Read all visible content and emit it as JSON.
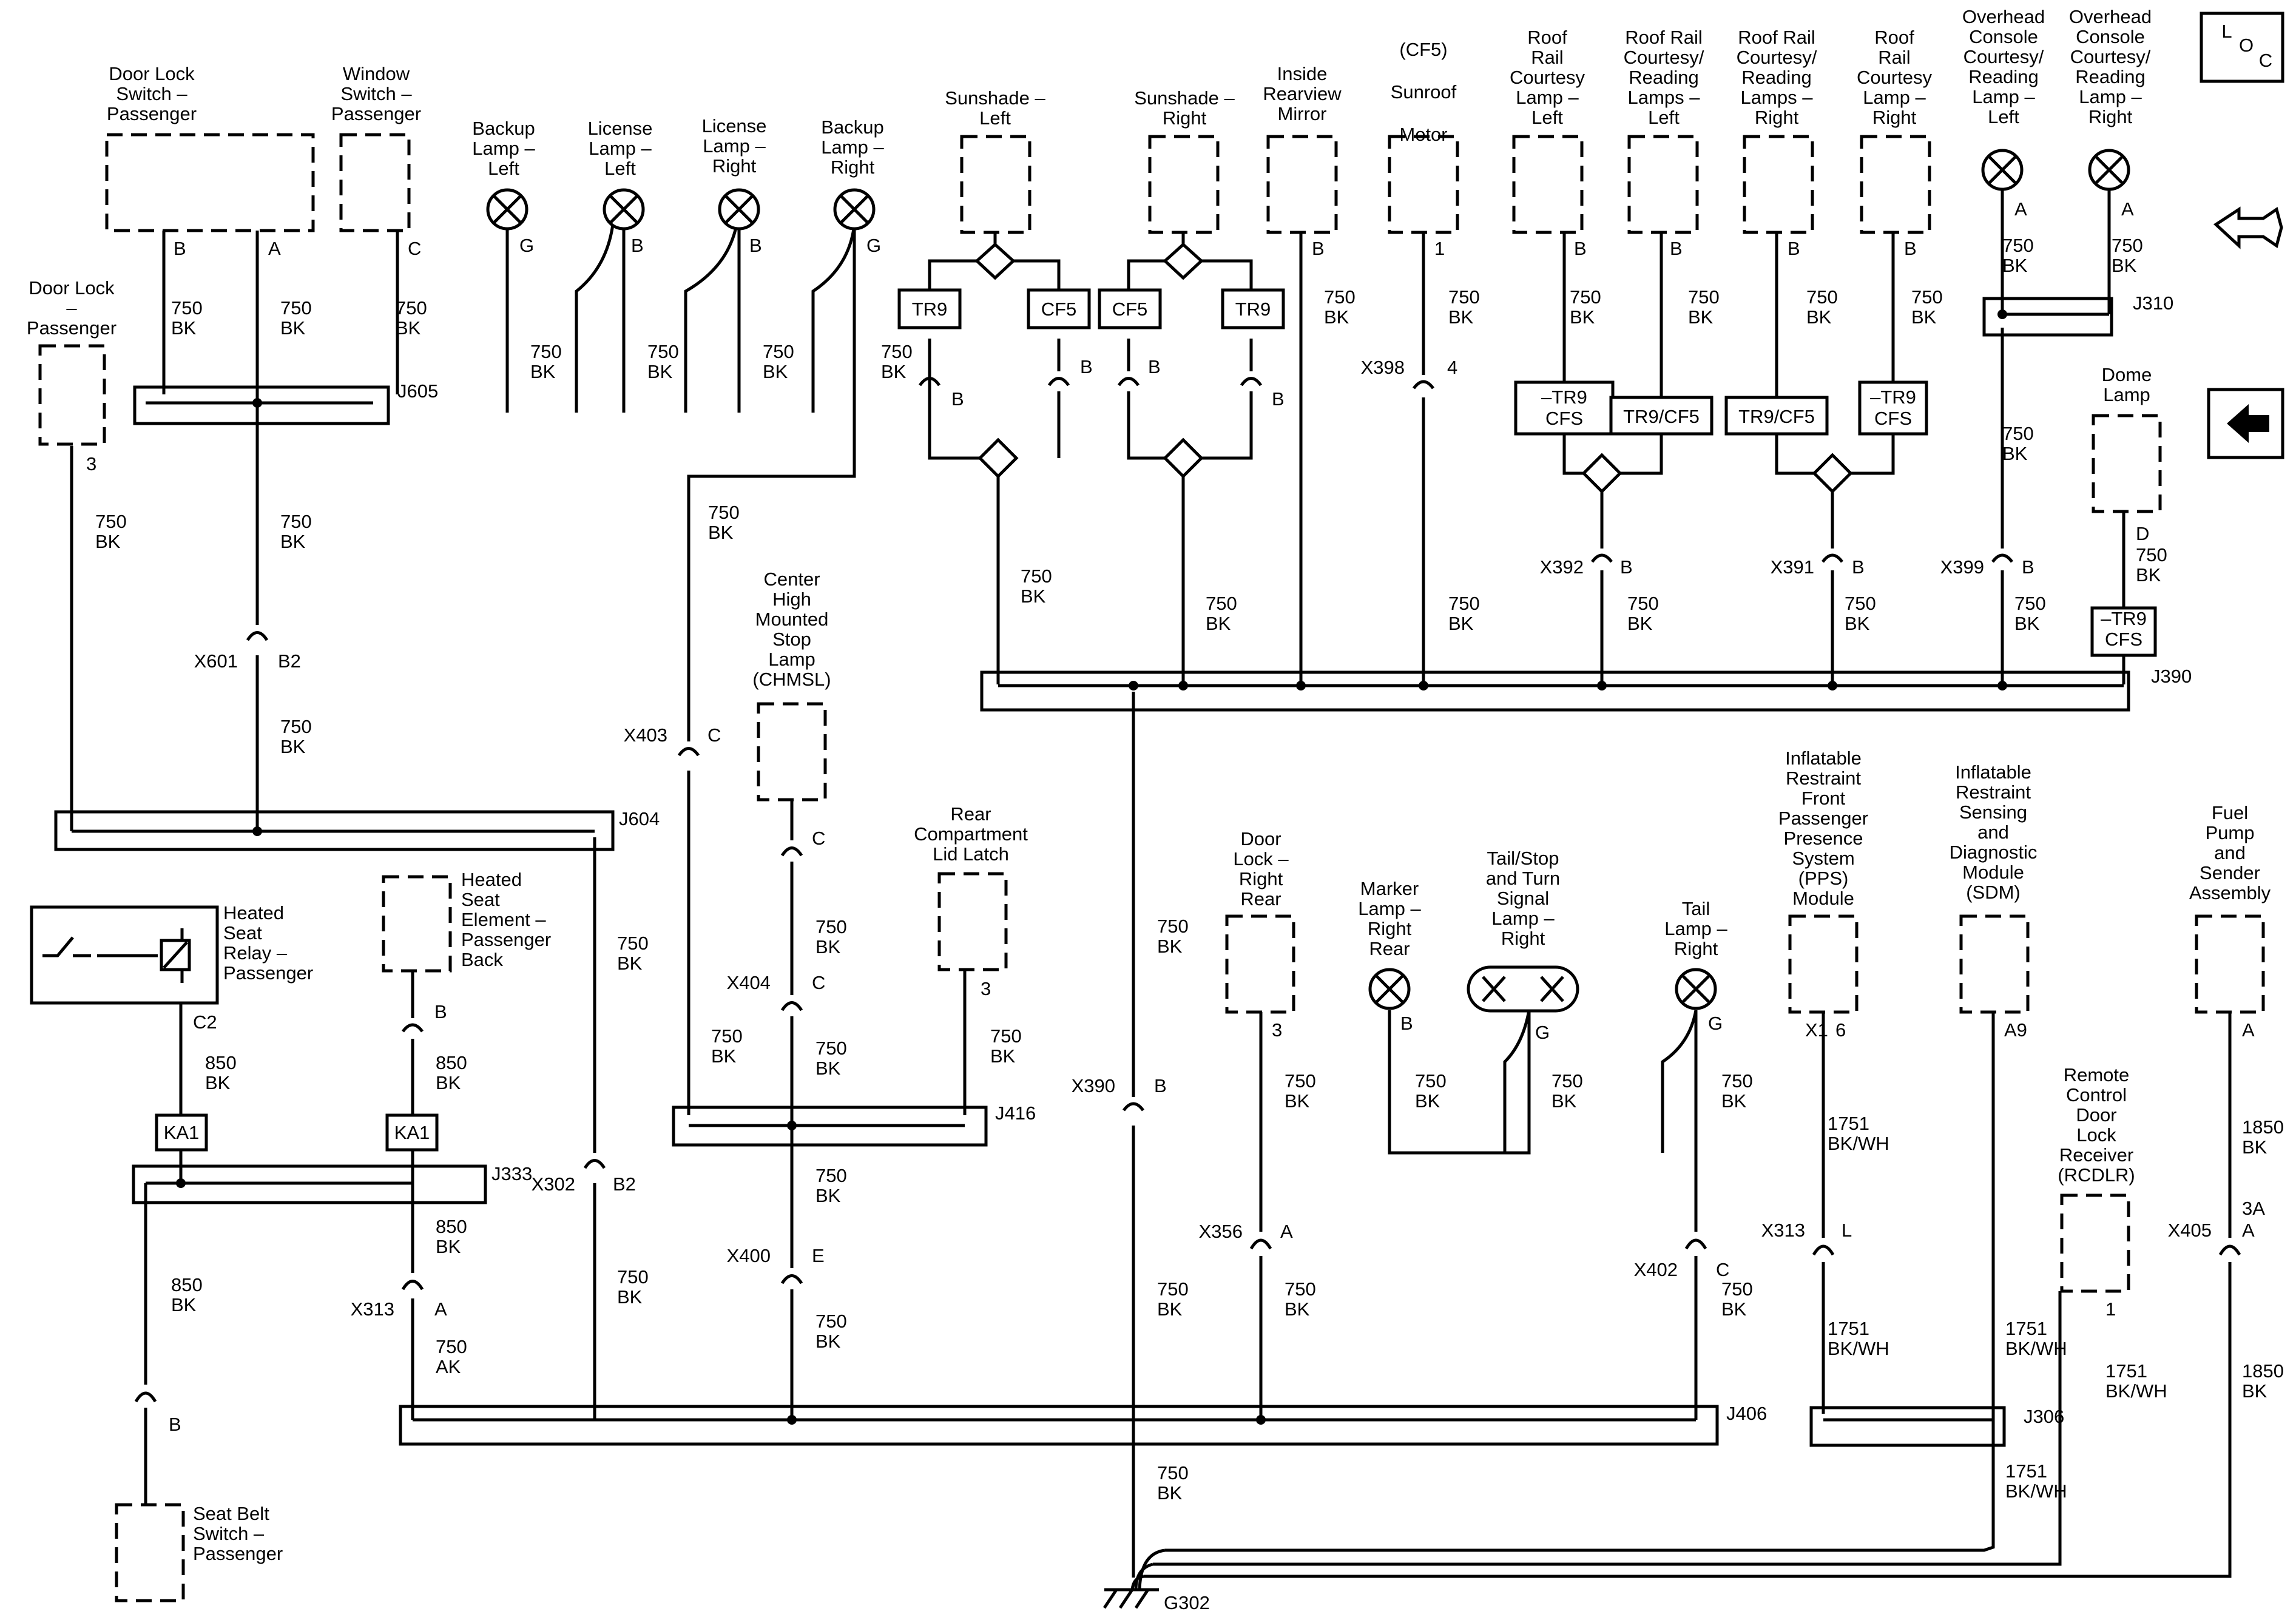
{
  "components": {
    "door_lock_switch_pass": [
      "Door Lock",
      "Switch –",
      "Passenger"
    ],
    "window_switch_pass": [
      "Window",
      "Switch –",
      "Passenger"
    ],
    "door_lock_pass": [
      "Door Lock",
      "–",
      "Passenger"
    ],
    "backup_lamp_left": [
      "Backup",
      "Lamp –",
      "Left"
    ],
    "license_lamp_left": [
      "License",
      "Lamp –",
      "Left"
    ],
    "license_lamp_right": [
      "License",
      "Lamp –",
      "Right"
    ],
    "backup_lamp_right": [
      "Backup",
      "Lamp –",
      "Right"
    ],
    "sunshade_left": [
      "Sunshade –",
      "Left"
    ],
    "sunshade_right": [
      "Sunshade –",
      "Right"
    ],
    "inside_mirror": [
      "Inside",
      "Rearview",
      "Mirror"
    ],
    "sunroof_motor": [
      "(CF5)",
      "Sunroof",
      "Motor"
    ],
    "roof_rail_left": [
      "Roof",
      "Rail",
      "Courtesy",
      "Lamp –",
      "Left"
    ],
    "roof_rail_reading_left": [
      "Roof Rail",
      "Courtesy/",
      "Reading",
      "Lamps –",
      "Left"
    ],
    "roof_rail_reading_right": [
      "Roof Rail",
      "Courtesy/",
      "Reading",
      "Lamps –",
      "Right"
    ],
    "roof_rail_right": [
      "Roof",
      "Rail",
      "Courtesy",
      "Lamp –",
      "Right"
    ],
    "overhead_left": [
      "Overhead",
      "Console",
      "Courtesy/",
      "Reading",
      "Lamp –",
      "Left"
    ],
    "overhead_right": [
      "Overhead",
      "Console",
      "Courtesy/",
      "Reading",
      "Lamp –",
      "Right"
    ],
    "dome_lamp": [
      "Dome",
      "Lamp"
    ],
    "chmsl": [
      "Center",
      "High",
      "Mounted",
      "Stop",
      "Lamp",
      "(CHMSL)"
    ],
    "rear_latch": [
      "Rear",
      "Compartment",
      "Lid Latch"
    ],
    "heated_relay": [
      "Heated",
      "Seat",
      "Relay –",
      "Passenger"
    ],
    "heated_element": [
      "Heated",
      "Seat",
      "Element –",
      "Passenger",
      "Back"
    ],
    "seat_belt": [
      "Seat Belt",
      "Switch –",
      "Passenger"
    ],
    "door_lock_rr": [
      "Door",
      "Lock –",
      "Right",
      "Rear"
    ],
    "marker_lamp": [
      "Marker",
      "Lamp –",
      "Right",
      "Rear"
    ],
    "tail_stop": [
      "Tail/Stop",
      "and Turn",
      "Signal",
      "Lamp –",
      "Right"
    ],
    "tail_lamp": [
      "Tail",
      "Lamp –",
      "Right"
    ],
    "pps": [
      "Inflatable",
      "Restraint",
      "Front",
      "Passenger",
      "Presence",
      "System",
      "(PPS)",
      "Module"
    ],
    "sdm": [
      "Inflatable",
      "Restraint",
      "Sensing",
      "and",
      "Diagnostic",
      "Module",
      "(SDM)"
    ],
    "rcdlr": [
      "Remote",
      "Control",
      "Door",
      "Lock",
      "Receiver",
      "(RCDLR)"
    ],
    "fuel_pump": [
      "Fuel",
      "Pump",
      "and",
      "Sender",
      "Assembly"
    ]
  },
  "splices": {
    "j605": "J605",
    "j604": "J604",
    "j333": "J333",
    "j416": "J416",
    "j406": "J406",
    "j390": "J390",
    "j310": "J310",
    "j306": "J306"
  },
  "ground": "G302",
  "options": {
    "tr9": "TR9",
    "cf5": "CF5",
    "tr9cf5": "TR9/CF5",
    "ntr9": "–TR9",
    "cfs": "CFS",
    "ka1": "KA1"
  },
  "wires": {
    "bk750": [
      "750",
      "BK"
    ],
    "ak750": [
      "750",
      "AK"
    ],
    "bk850": [
      "850",
      "BK"
    ],
    "bkwh1751": [
      "1751",
      "BK/WH"
    ],
    "bk1850": [
      "1850",
      "BK"
    ]
  },
  "connectors": {
    "x601": "X601",
    "x302": "X302",
    "x313": "X313",
    "x403": "X403",
    "x404": "X404",
    "x400": "X400",
    "x390": "X390",
    "x398": "X398",
    "x392": "X392",
    "x391": "X391",
    "x399": "X399",
    "x356": "X356",
    "x402": "X402",
    "x313b": "X313",
    "x405": "X405"
  },
  "pins": {
    "A": "A",
    "B": "B",
    "C": "C",
    "D": "D",
    "E": "E",
    "G": "G",
    "L": "L",
    "B2": "B2",
    "C2": "C2",
    "A9": "A9",
    "X1": "X1",
    "3A": "3A",
    "p1": "1",
    "p3": "3",
    "p4": "4",
    "p6": "6"
  },
  "nav": {
    "loc": [
      "L",
      "O",
      "C"
    ]
  }
}
